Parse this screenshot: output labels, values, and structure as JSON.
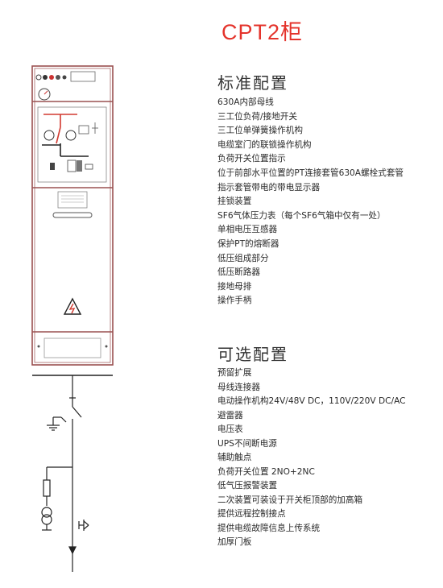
{
  "title": "CPT2柜",
  "standard": {
    "heading": "标准配置",
    "items": [
      "630A内部母线",
      "三工位负荷/接地开关",
      "三工位单弹簧操作机构",
      "电缆室门的联锁操作机构",
      "负荷开关位置指示",
      "位于前部水平位置的PT连接套管630A螺栓式套管",
      "指示套管带电的带电显示器",
      "挂锁装置",
      "SF6气体压力表（每个SF6气箱中仅有一处）",
      "单相电压互感器",
      "保护PT的熔断器",
      "低压组成部分",
      "低压断路器",
      "接地母排",
      "操作手柄"
    ]
  },
  "optional": {
    "heading": "可选配置",
    "items": [
      "预留扩展",
      "母线连接器",
      "电动操作机构24V/48V DC，110V/220V DC/AC",
      "避雷器",
      "电压表",
      "UPS不间断电源",
      "辅助触点",
      "负荷开关位置 2NO+2NC",
      "低气压报警装置",
      "二次装置可装设于开关柜顶部的加高箱",
      "提供远程控制接点",
      "提供电缆故障信息上传系统",
      "加厚门板"
    ]
  },
  "colors": {
    "title": "#e4332b",
    "panel_outline": "#9a5050",
    "mimic_red": "#d23a30"
  },
  "icons": [
    "warning-triangle-icon",
    "single-line-diagram"
  ]
}
